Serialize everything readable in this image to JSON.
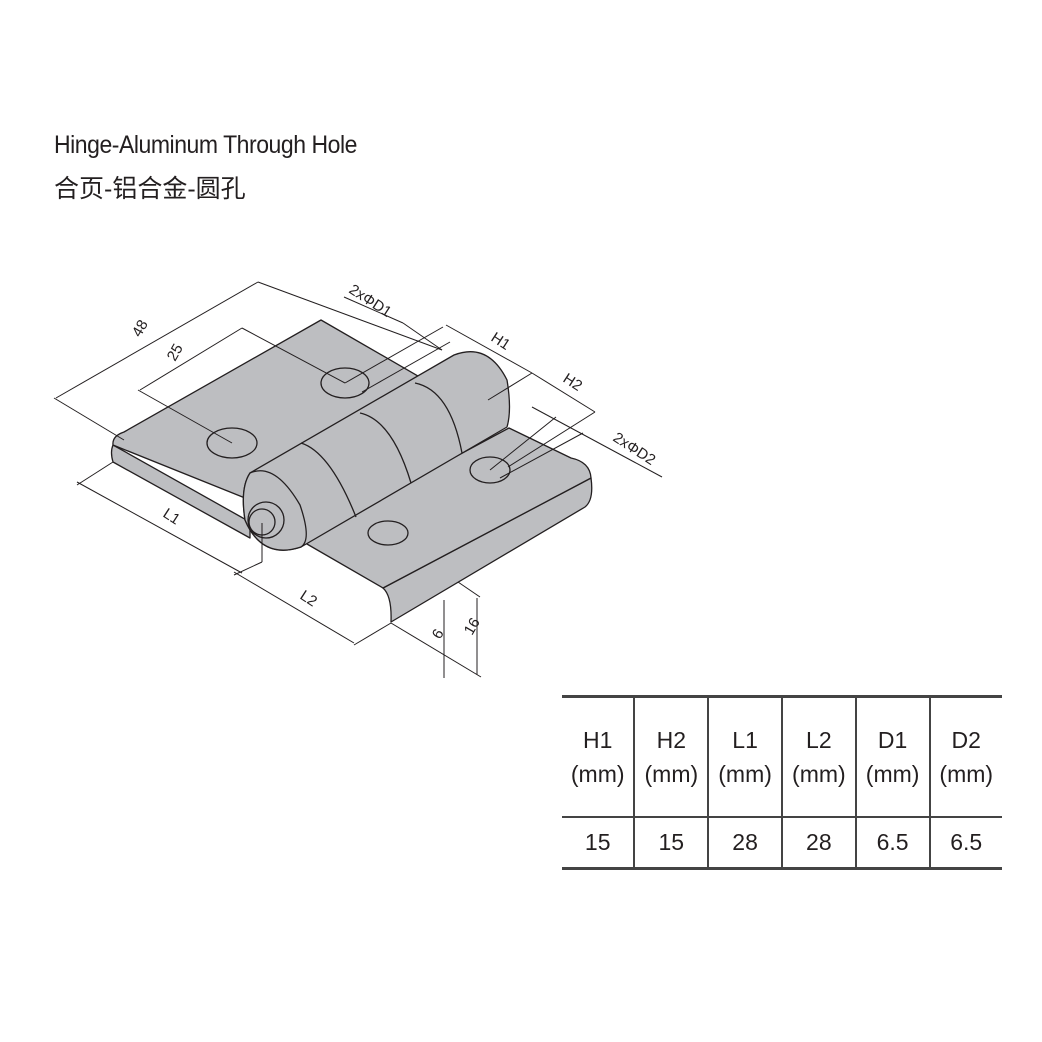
{
  "title": "Hinge-Aluminum Through Hole",
  "subtitle": "合页-铝合金-圆孔",
  "drawing": {
    "labels": {
      "overall_width": "48",
      "hole_spacing": "25",
      "d1_holes": "2xΦD1",
      "h1": "H1",
      "h2": "H2",
      "d2_holes": "2xΦD2",
      "l1": "L1",
      "l2": "L2",
      "thickness": "6",
      "height": "16"
    },
    "colors": {
      "part_fill": "#bdbec1",
      "line": "#231f20"
    }
  },
  "table": {
    "headers": [
      {
        "name": "H1",
        "unit": "(mm)"
      },
      {
        "name": "H2",
        "unit": "(mm)"
      },
      {
        "name": "L1",
        "unit": "(mm)"
      },
      {
        "name": "L2",
        "unit": "(mm)"
      },
      {
        "name": "D1",
        "unit": "(mm)"
      },
      {
        "name": "D2",
        "unit": "(mm)"
      }
    ],
    "values": [
      "15",
      "15",
      "28",
      "28",
      "6.5",
      "6.5"
    ]
  }
}
